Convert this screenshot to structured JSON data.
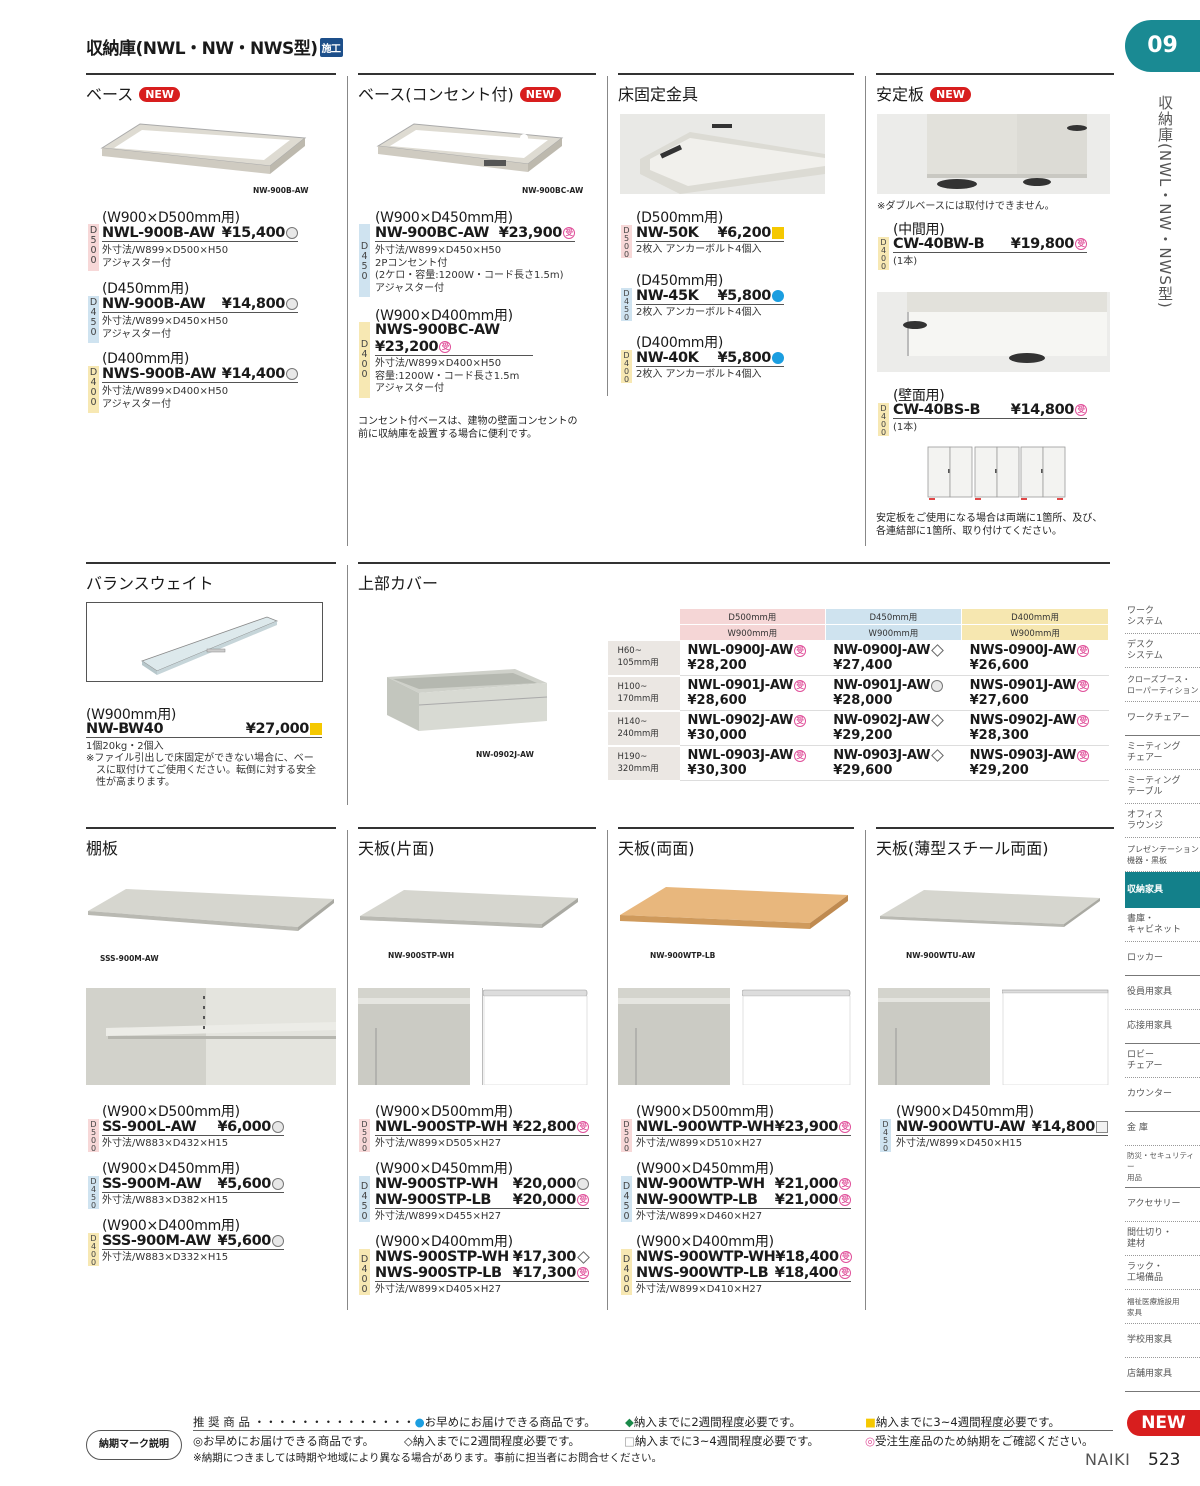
{
  "page_title": "収納庫(NWL・NW・NWS型)",
  "sekou_badge": "施工",
  "chapter": "09",
  "vertical_title": "収納庫(NWL・NW・NWS型)",
  "new_label": "NEW",
  "sections": {
    "base": {
      "title": "ベース",
      "image_caption": "NW-900B-AW",
      "groups": [
        {
          "depth": "D500",
          "usage": "(W900×D500mm用)",
          "code": "NWL-900B-AW",
          "price": "¥15,400",
          "mark": "circle",
          "spec": [
            "外寸法/W899×D500×H50",
            "アジャスター付"
          ]
        },
        {
          "depth": "D450",
          "usage": "(D450mm用)",
          "code": "NW-900B-AW",
          "price": "¥14,800",
          "mark": "circle",
          "spec": [
            "外寸法/W899×D450×H50",
            "アジャスター付"
          ]
        },
        {
          "depth": "D400",
          "usage": "(D400mm用)",
          "code": "NWS-900B-AW",
          "price": "¥14,400",
          "mark": "circle",
          "spec": [
            "外寸法/W899×D400×H50",
            "アジャスター付"
          ]
        }
      ]
    },
    "base_outlet": {
      "title": "ベース(コンセント付)",
      "image_caption": "NW-900BC-AW",
      "groups": [
        {
          "depth": "D450",
          "usage": "(W900×D450mm用)",
          "code": "NW-900BC-AW",
          "price": "¥23,900",
          "mark": "order",
          "spec": [
            "外寸法/W899×D450×H50",
            "2Pコンセント付",
            "(2ケロ・容量:1200W・コード長さ1.5m)",
            "アジャスター付"
          ]
        },
        {
          "depth": "D400",
          "usage": "(W900×D400mm用)",
          "code": "NWS-900BC-AW",
          "price": "¥23,200",
          "mark": "order",
          "spec": [
            "外寸法/W899×D400×H50",
            "容量:1200W・コード長さ1.5m",
            "アジャスター付"
          ]
        }
      ],
      "note": [
        "コンセント付ベースは、建物の壁面コンセントの",
        "前に収納庫を設置する場合に便利です。"
      ]
    },
    "floor_fix": {
      "title": "床固定金具",
      "groups": [
        {
          "depth": "D500",
          "usage": "(D500mm用)",
          "code": "NW-50K",
          "price": "¥6,200",
          "mark": "sq-yellow",
          "spec": [
            "2枚入 アンカーボルト4個入"
          ]
        },
        {
          "depth": "D450",
          "usage": "(D450mm用)",
          "code": "NW-45K",
          "price": "¥5,800",
          "mark": "dot",
          "spec": [
            "2枚入 アンカーボルト4個入"
          ]
        },
        {
          "depth": "D400",
          "usage": "(D400mm用)",
          "code": "NW-40K",
          "price": "¥5,800",
          "mark": "dot",
          "spec": [
            "2枚入 アンカーボルト4個入"
          ]
        }
      ]
    },
    "stabilizer": {
      "title": "安定板",
      "top_note": "※ダブルベースには取付けできません。",
      "groups": [
        {
          "depth": "D400",
          "usage": "(中間用)",
          "code": "CW-40BW-B",
          "price": "¥19,800",
          "mark": "order",
          "spec": [
            "(1本)"
          ]
        },
        {
          "depth": "D400",
          "usage": "(壁面用)",
          "code": "CW-40BS-B",
          "price": "¥14,800",
          "mark": "order",
          "spec": [
            "(1本)"
          ]
        }
      ],
      "note": [
        "安定板をご使用になる場合は両端に1箇所、及び、",
        "各連結部に1箇所、取り付けてください。"
      ]
    },
    "balance_weight": {
      "title": "バランスウェイト",
      "usage": "(W900mm用)",
      "code": "NW-BW40",
      "price": "¥27,000",
      "mark": "sq-yellow",
      "spec": [
        "1個20kg・2個入"
      ],
      "note": [
        "※ファイル引出しで床固定ができない場合に、ベー",
        "スに取付けてご使用ください。転倒に対する安全",
        "性が高まります。"
      ]
    },
    "top_cover": {
      "title": "上部カバー",
      "image_caption": "NW-0902J-AW",
      "columns": [
        {
          "depth": "D500mm用",
          "width": "W900mm用",
          "color": "#f5d6d6"
        },
        {
          "depth": "D450mm用",
          "width": "W900mm用",
          "color": "#cfe3ef"
        },
        {
          "depth": "D400mm用",
          "width": "W900mm用",
          "color": "#f6e7b0"
        }
      ],
      "rows": [
        {
          "h1": "H60~",
          "h2": "105mm用",
          "cells": [
            {
              "code": "NWL-0900J-AW",
              "price": "¥28,200",
              "mark": "order"
            },
            {
              "code": "NW-0900J-AW",
              "price": "¥27,400",
              "mark": "diamond"
            },
            {
              "code": "NWS-0900J-AW",
              "price": "¥26,600",
              "mark": "order"
            }
          ]
        },
        {
          "h1": "H100~",
          "h2": "170mm用",
          "cells": [
            {
              "code": "NWL-0901J-AW",
              "price": "¥28,600",
              "mark": "order"
            },
            {
              "code": "NW-0901J-AW",
              "price": "¥28,000",
              "mark": "circle"
            },
            {
              "code": "NWS-0901J-AW",
              "price": "¥27,600",
              "mark": "order"
            }
          ]
        },
        {
          "h1": "H140~",
          "h2": "240mm用",
          "cells": [
            {
              "code": "NWL-0902J-AW",
              "price": "¥30,000",
              "mark": "order"
            },
            {
              "code": "NW-0902J-AW",
              "price": "¥29,200",
              "mark": "diamond"
            },
            {
              "code": "NWS-0902J-AW",
              "price": "¥28,300",
              "mark": "order"
            }
          ]
        },
        {
          "h1": "H190~",
          "h2": "320mm用",
          "cells": [
            {
              "code": "NWL-0903J-AW",
              "price": "¥30,300",
              "mark": "order"
            },
            {
              "code": "NW-0903J-AW",
              "price": "¥29,600",
              "mark": "diamond"
            },
            {
              "code": "NWS-0903J-AW",
              "price": "¥29,200",
              "mark": "order"
            }
          ]
        }
      ]
    },
    "shelf": {
      "title": "棚板",
      "image_caption": "SSS-900M-AW",
      "groups": [
        {
          "depth": "D500",
          "usage": "(W900×D500mm用)",
          "items": [
            {
              "code": "SS-900L-AW",
              "price": "¥6,000",
              "mark": "circle"
            }
          ],
          "spec": "外寸法/W883×D432×H15"
        },
        {
          "depth": "D450",
          "usage": "(W900×D450mm用)",
          "items": [
            {
              "code": "SS-900M-AW",
              "price": "¥5,600",
              "mark": "circle"
            }
          ],
          "spec": "外寸法/W883×D382×H15"
        },
        {
          "depth": "D400",
          "usage": "(W900×D400mm用)",
          "items": [
            {
              "code": "SSS-900M-AW",
              "price": "¥5,600",
              "mark": "circle"
            }
          ],
          "spec": "外寸法/W883×D332×H15"
        }
      ]
    },
    "top_single": {
      "title": "天板(片面)",
      "image_caption": "NW-900STP-WH",
      "groups": [
        {
          "depth": "D500",
          "usage": "(W900×D500mm用)",
          "items": [
            {
              "code": "NWL-900STP-WH",
              "price": "¥22,800",
              "mark": "order"
            }
          ],
          "spec": "外寸法/W899×D505×H27"
        },
        {
          "depth": "D450",
          "usage": "(W900×D450mm用)",
          "items": [
            {
              "code": "NW-900STP-WH",
              "price": "¥20,000",
              "mark": "circle"
            },
            {
              "code": "NW-900STP-LB",
              "price": "¥20,000",
              "mark": "order"
            }
          ],
          "spec": "外寸法/W899×D455×H27"
        },
        {
          "depth": "D400",
          "usage": "(W900×D400mm用)",
          "items": [
            {
              "code": "NWS-900STP-WH",
              "price": "¥17,300",
              "mark": "diamond"
            },
            {
              "code": "NWS-900STP-LB",
              "price": "¥17,300",
              "mark": "order"
            }
          ],
          "spec": "外寸法/W899×D405×H27"
        }
      ]
    },
    "top_double": {
      "title": "天板(両面)",
      "image_caption": "NW-900WTP-LB",
      "groups": [
        {
          "depth": "D500",
          "usage": "(W900×D500mm用)",
          "items": [
            {
              "code": "NWL-900WTP-WH",
              "price": "¥23,900",
              "mark": "order"
            }
          ],
          "spec": "外寸法/W899×D510×H27"
        },
        {
          "depth": "D450",
          "usage": "(W900×D450mm用)",
          "items": [
            {
              "code": "NW-900WTP-WH",
              "price": "¥21,000",
              "mark": "order"
            },
            {
              "code": "NW-900WTP-LB",
              "price": "¥21,000",
              "mark": "order"
            }
          ],
          "spec": "外寸法/W899×D460×H27"
        },
        {
          "depth": "D400",
          "usage": "(W900×D400mm用)",
          "items": [
            {
              "code": "NWS-900WTP-WH",
              "price": "¥18,400",
              "mark": "order"
            },
            {
              "code": "NWS-900WTP-LB",
              "price": "¥18,400",
              "mark": "order"
            }
          ],
          "spec": "外寸法/W899×D410×H27"
        }
      ]
    },
    "top_thin": {
      "title": "天板(薄型スチール両面)",
      "image_caption": "NW-900WTU-AW",
      "groups": [
        {
          "depth": "D450",
          "usage": "(W900×D450mm用)",
          "items": [
            {
              "code": "NW-900WTU-AW",
              "price": "¥14,800",
              "mark": "sq-gray"
            }
          ],
          "spec": "外寸法/W899×D450×H15"
        }
      ]
    }
  },
  "side_nav": [
    {
      "label": "ワーク\nシステム",
      "solid": false
    },
    {
      "label": "デスク\nシステム",
      "solid": false
    },
    {
      "label": "クローズブース・\nローパーティション",
      "solid": false
    },
    {
      "label": "ワークチェアー",
      "solid": true
    },
    {
      "label": "ミーティング\nチェアー",
      "solid": false
    },
    {
      "label": "ミーティング\nテーブル",
      "solid": false
    },
    {
      "label": "オフィス\nラウンジ",
      "solid": false
    },
    {
      "label": "プレゼンテーション\n機器・黒板",
      "solid": false
    },
    {
      "label": "収納家具",
      "active": true
    },
    {
      "label": "書庫・\nキャビネット",
      "solid": false
    },
    {
      "label": "ロッカー",
      "solid": true
    },
    {
      "label": "役員用家具",
      "solid": false
    },
    {
      "label": "応接用家具",
      "solid": true
    },
    {
      "label": "ロビー\nチェアー",
      "solid": false
    },
    {
      "label": "カウンター",
      "solid": true
    },
    {
      "label": "金 庫",
      "solid": false
    },
    {
      "label": "防災・セキュリティー\n用品",
      "solid": true
    },
    {
      "label": "アクセサリー",
      "solid": false
    },
    {
      "label": "間仕切り・\n建材",
      "solid": false
    },
    {
      "label": "ラック・\n工場備品",
      "solid": false
    },
    {
      "label": "福祉医療施設用\n家具",
      "solid": false
    },
    {
      "label": "学校用家具",
      "solid": false
    },
    {
      "label": "店舗用家具",
      "solid": true
    }
  ],
  "legend": {
    "pill": "納期マーク説明",
    "recommended": "推 奨 商 品 ・・・・・・・・・・・・・・",
    "dot": "お早めにお届けできる商品です。",
    "green_diamond": "納入までに2週間程度必要です。",
    "yellow_square": "納入までに3~4週間程度必要です。",
    "circle": "お早めにお届けできる商品です。",
    "diamond": "納入までに2週間程度必要です。",
    "gray_square": "納入までに3~4週間程度必要です。",
    "order": "受注生産品のため納期をご確認ください。",
    "footnote": "※納期につきましては時期や地域により異なる場合があります。事前に担当者にお問合せください。"
  },
  "footer": {
    "brand": "NAIKI",
    "page": "523"
  }
}
